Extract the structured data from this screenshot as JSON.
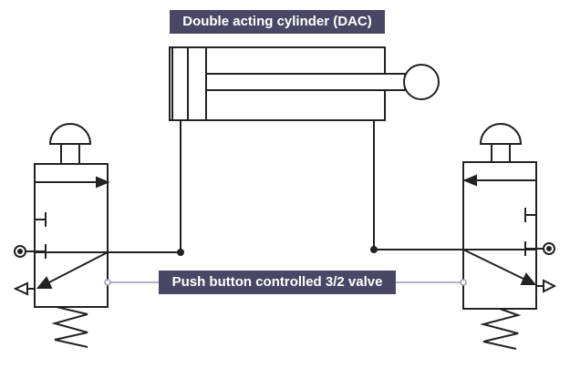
{
  "title": "Double acting cylinder (DAC)",
  "valve_label": "Push button controlled 3/2 valve",
  "colors": {
    "line": "#222222",
    "label_bg": "#4a4766",
    "label_text": "#ffffff",
    "connector": "#9b98b3"
  },
  "components": {
    "cylinder": "double-acting-cylinder",
    "left_valve": "push-button-3-2-valve",
    "right_valve": "push-button-3-2-valve"
  }
}
